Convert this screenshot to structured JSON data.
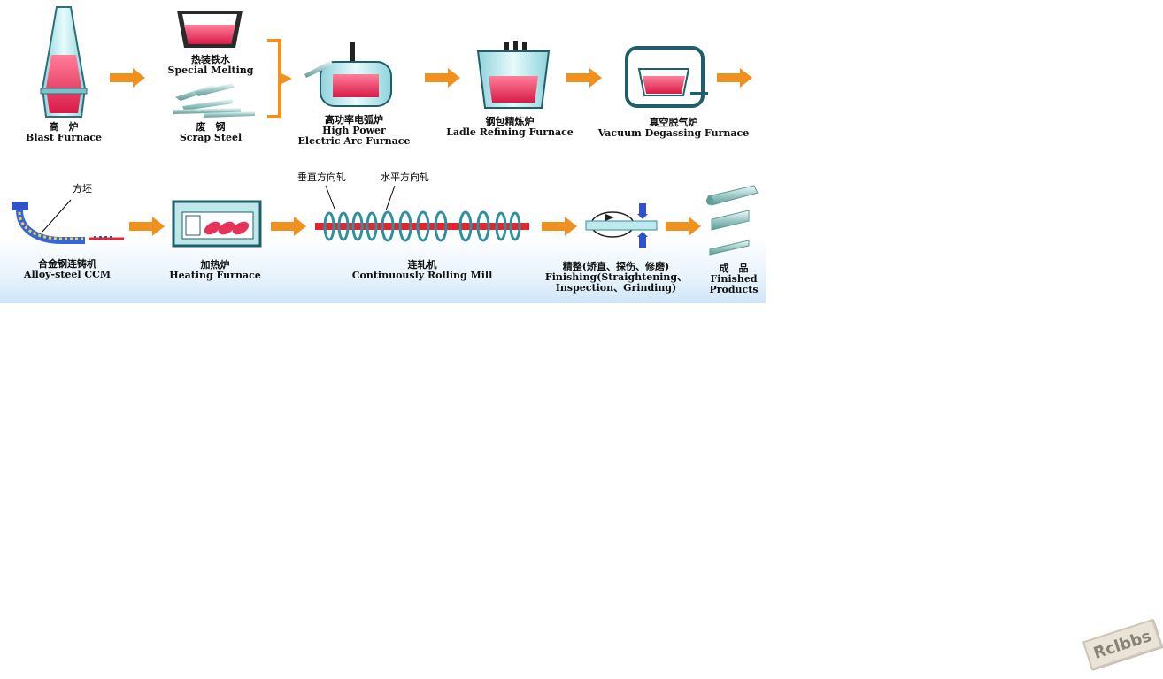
{
  "steps": {
    "blast_furnace": {
      "zh": "高　炉",
      "en": "Blast Furnace"
    },
    "special_melting": {
      "zh": "热装铁水",
      "en": "Special Melting"
    },
    "scrap_steel": {
      "zh": "废　钢",
      "en": "Scrap Steel"
    },
    "eaf": {
      "zh": "高功率电弧炉",
      "en1": "High Power",
      "en2": "Electric Arc Furnace"
    },
    "ladle": {
      "zh": "钢包精炼炉",
      "en": "Ladle Refining Furnace"
    },
    "vacuum": {
      "zh": "真空脱气炉",
      "en": "Vacuum Degassing Furnace"
    },
    "ccm": {
      "zh": "合金钢连铸机",
      "en": "Alloy-steel CCM"
    },
    "heating": {
      "zh": "加热炉",
      "en": "Heating Furnace"
    },
    "rolling": {
      "zh": "连轧机",
      "en": "Continuously Rolling Mill"
    },
    "finishing": {
      "zh": "精整(矫直、探伤、修磨)",
      "en1": "Finishing(Straightening、",
      "en2": "Inspection、Grinding)"
    },
    "products": {
      "zh": "成　品",
      "en1": "Finished",
      "en2": "Products"
    }
  },
  "annotations": {
    "billet": "方坯",
    "vertical_roll": "垂直方向轧",
    "horizontal_roll": "水平方向轧"
  },
  "watermark": "Rclbbs",
  "colors": {
    "molten": "#e8325a",
    "arrow": "#f0901e",
    "equipment_fill": "#bfe8ea",
    "rod": "#e3262c"
  }
}
